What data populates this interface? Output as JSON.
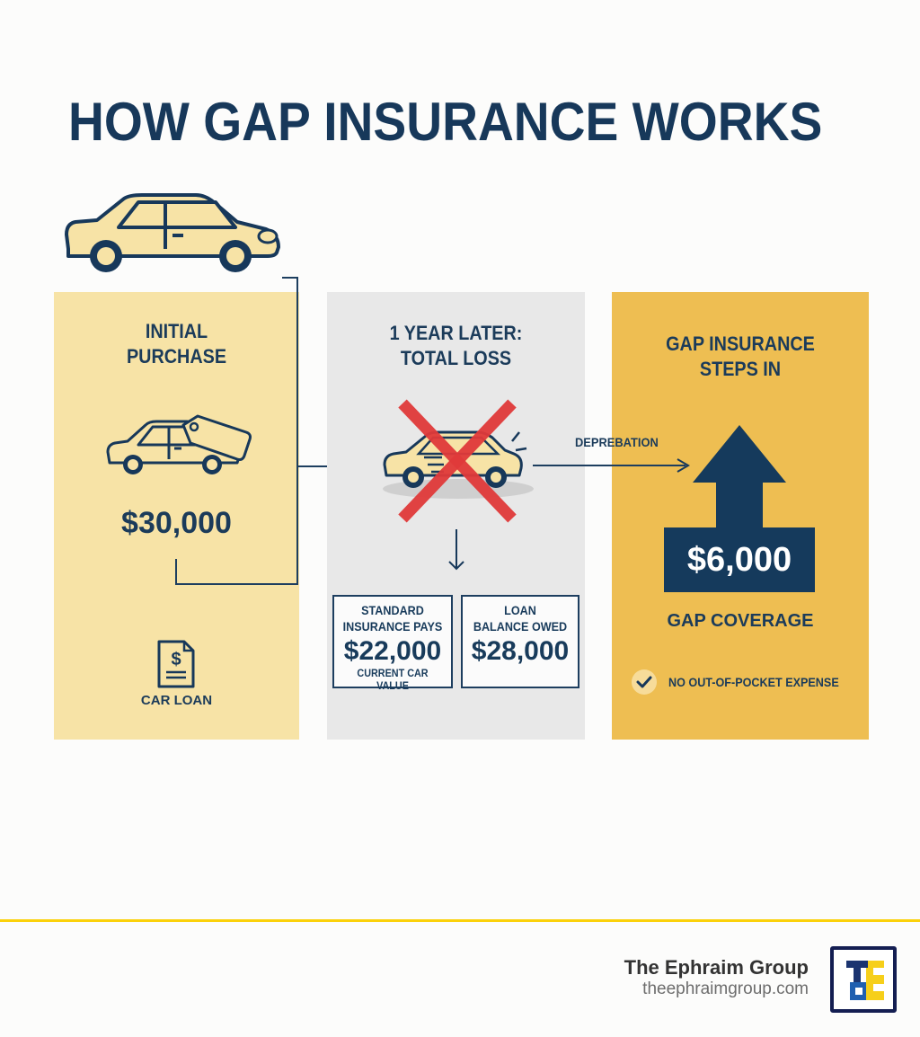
{
  "title": "HOW GAP INSURANCE WORKS",
  "colors": {
    "navy": "#17385a",
    "panel_initial": "#f7e3a6",
    "panel_loss": "#e8e8e8",
    "panel_gap": "#eebe52",
    "cross_red": "#e03a3a",
    "footer_rule": "#fbd10a"
  },
  "panels": [
    {
      "heading_line1": "INITIAL",
      "heading_line2": "PURCHASE",
      "icon": "car-price-tag-icon",
      "amount": "$30,000",
      "footer_icon": "loan-document-icon",
      "footer_label": "CAR LOAN"
    },
    {
      "heading_line1": "1 YEAR LATER:",
      "heading_line2": "TOTAL LOSS",
      "icon": "wrecked-car-crossed-icon",
      "boxes": [
        {
          "label_line1": "STANDARD",
          "label_line2": "INSURANCE PAYS",
          "amount": "$22,000",
          "sublabel": "CURRENT CAR VALUE"
        },
        {
          "label_line1": "LOAN",
          "label_line2": "BALANCE OWED",
          "amount": "$28,000",
          "sublabel": ""
        }
      ]
    },
    {
      "heading_line1": "GAP INSURANCE",
      "heading_line2": "STEPS IN",
      "icon": "up-arrow-icon",
      "amount": "$6,000",
      "coverage_label": "GAP COVERAGE",
      "benefit": "NO OUT-OF-POCKET EXPENSE"
    }
  ],
  "arrow_label": "DEPREBATION",
  "footer": {
    "company": "The Ephraim Group",
    "url": "theephraimgroup.com",
    "logo_letters": "TGE"
  }
}
